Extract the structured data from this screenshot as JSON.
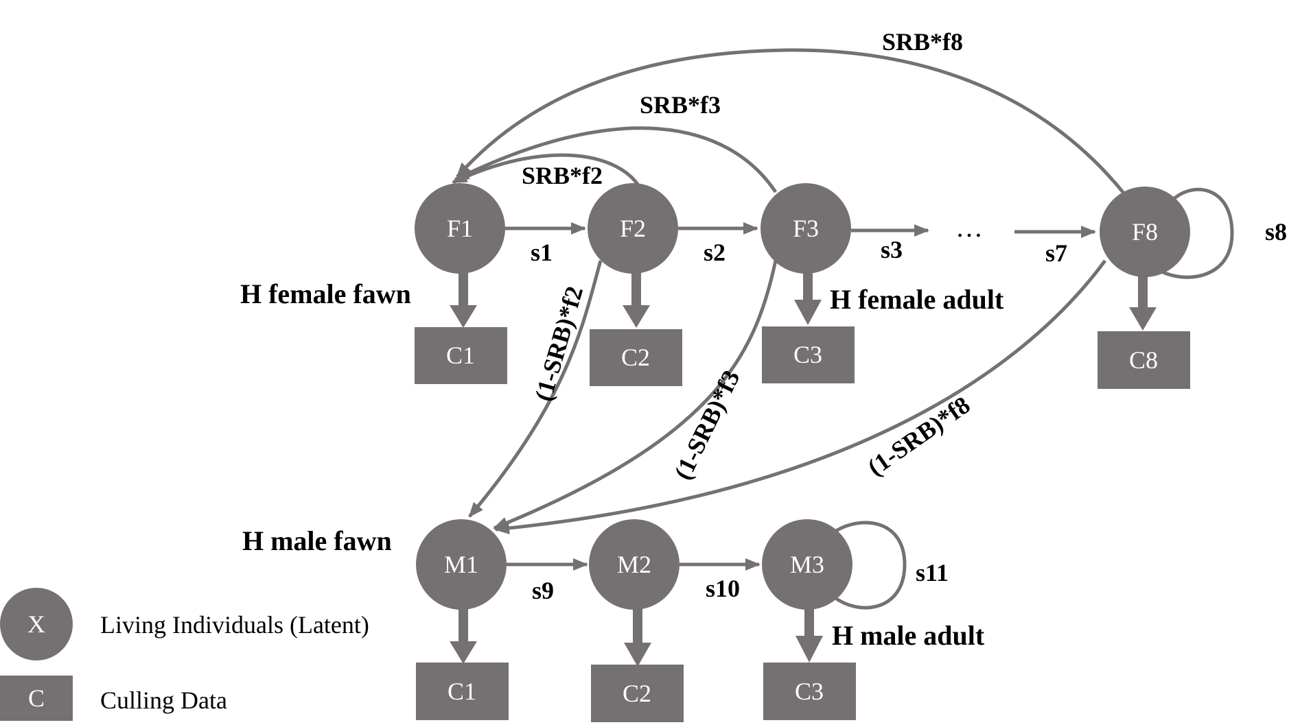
{
  "colors": {
    "node_fill": "#757071",
    "node_text": "#ffffff",
    "label_text": "#000000",
    "background": "#ffffff"
  },
  "female_nodes": {
    "f1": "F1",
    "f2": "F2",
    "f3": "F3",
    "f8": "F8"
  },
  "female_culls": {
    "c1": "C1",
    "c2": "C2",
    "c3": "C3",
    "c8": "C8"
  },
  "male_nodes": {
    "m1": "M1",
    "m2": "M2",
    "m3": "M3"
  },
  "male_culls": {
    "c1": "C1",
    "c2": "C2",
    "c3": "C3"
  },
  "ellipsis": "…",
  "edge_labels": {
    "s1": "s1",
    "s2": "s2",
    "s3": "s3",
    "s7": "s7",
    "s8": "s8",
    "s9": "s9",
    "s10": "s10",
    "s11": "s11",
    "srb_f2": "SRB*f2",
    "srb_f3": "SRB*f3",
    "srb_f8": "SRB*f8",
    "one_minus_srb_f2": "(1-SRB)*f2",
    "one_minus_srb_f3": "(1-SRB)*f3",
    "one_minus_srb_f8": "(1-SRB)*f8"
  },
  "group_labels": {
    "h_female_fawn": "H female fawn",
    "h_female_adult": "H female adult",
    "h_male_fawn": "H male fawn",
    "h_male_adult": "H male adult"
  },
  "legend": {
    "circle_symbol": "X",
    "circle_text": "Living Individuals (Latent)",
    "square_symbol": "C",
    "square_text": "Culling Data"
  }
}
